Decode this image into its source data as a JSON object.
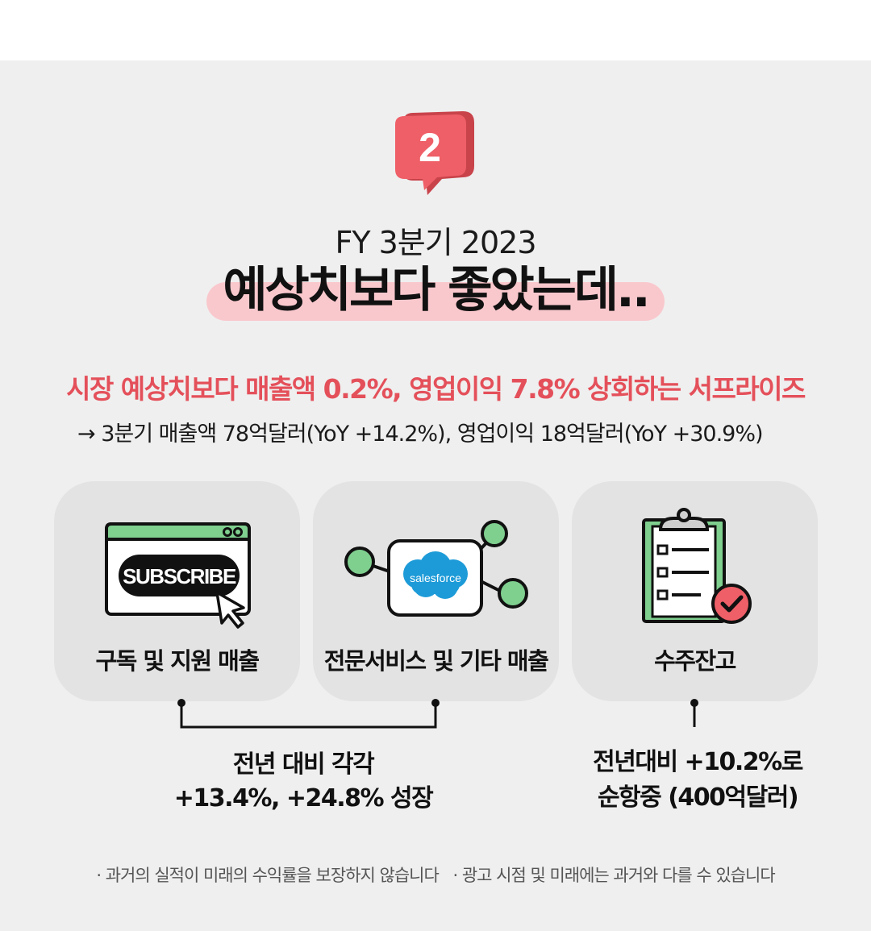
{
  "badge": {
    "number": "2",
    "icon": "speech-bubble-icon",
    "color": "#ef5f67"
  },
  "header": {
    "subtitle": "FY 3분기 2023",
    "headline": "예상치보다 좋았는데..",
    "highlight_color": "#f9c8cd"
  },
  "summary": {
    "highlight": "시장 예상치보다 매출액 0.2%, 영업이익 7.8% 상회하는 서프라이즈",
    "detail": "→ 3분기 매출액 78억달러(YoY +14.2%), 영업이익 18억달러(YoY +30.9%)",
    "highlight_color": "#e4505a"
  },
  "cards": [
    {
      "label": "구독 및 지원 매출",
      "icon": "subscribe-window-icon",
      "button_text": "SUBSCRIBE"
    },
    {
      "label": "전문서비스 및 기타 매출",
      "icon": "salesforce-network-icon",
      "logo_text": "salesforce"
    },
    {
      "label": "수주잔고",
      "icon": "clipboard-check-icon"
    }
  ],
  "notes": {
    "left": {
      "line1": "전년 대비 각각",
      "line2": "+13.4%, +24.8% 성장"
    },
    "right": {
      "line1": "전년대비 +10.2%로",
      "line2": "순항중 (400억달러)"
    }
  },
  "disclaimers": [
    "· 과거의 실적이 미래의 수익률을 보장하지 않습니다",
    "· 광고 시점 및 미래에는 과거와 다를 수 있습니다"
  ]
}
